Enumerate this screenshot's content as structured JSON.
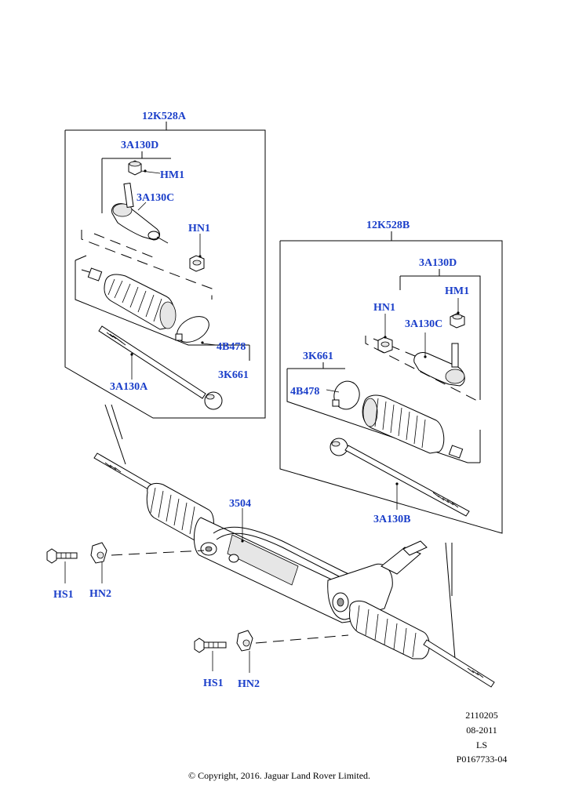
{
  "callouts": {
    "assy_left": "12K528A",
    "tie_end_left": "3A130D",
    "hm1_left": "HM1",
    "tie_end_inner_left": "3A130C",
    "hn1_left": "HN1",
    "clip_left": "4B478",
    "boot_left": "3K661",
    "inner_rod_left": "3A130A",
    "assy_right": "12K528B",
    "tie_end_right": "3A130D",
    "hm1_right": "HM1",
    "hn1_right": "HN1",
    "tie_end_inner_right": "3A130C",
    "boot_right": "3K661",
    "clip_right": "4B478",
    "inner_rod_right": "3A130B",
    "gear": "3504",
    "hs1_top": "HS1",
    "hn2_top": "HN2",
    "hs1_bottom": "HS1",
    "hn2_bottom": "HN2"
  },
  "footer": {
    "ref_number": "2110205",
    "date": "08-2011",
    "initials": "LS",
    "part_code": "P0167733-04",
    "copyright": "© Copyright, 2016. Jaguar Land Rover Limited."
  }
}
